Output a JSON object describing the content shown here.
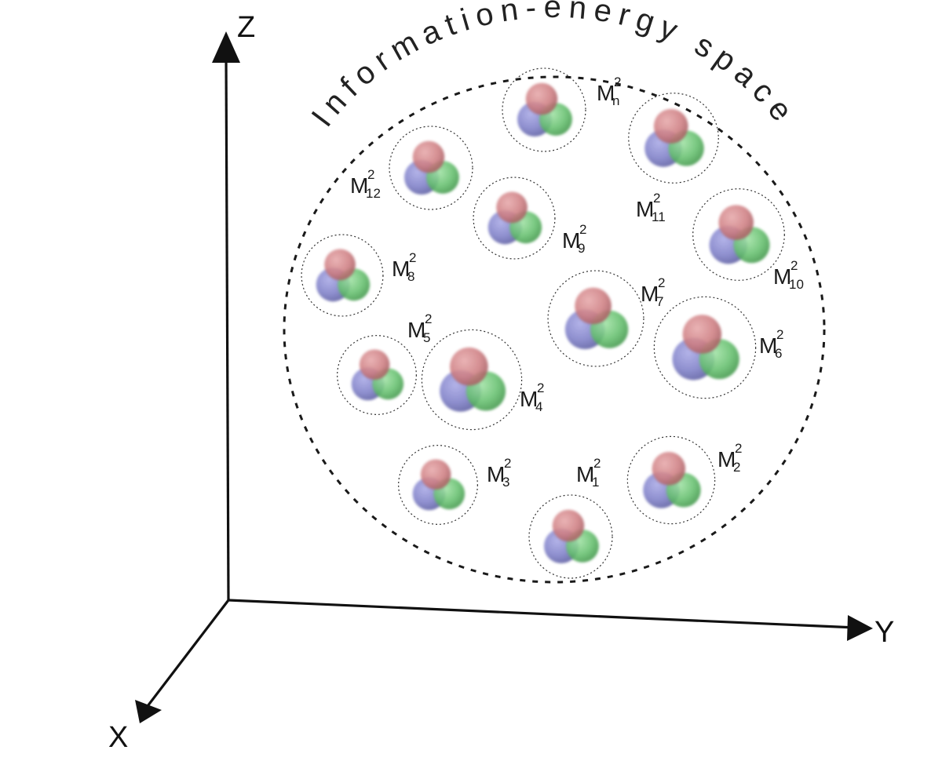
{
  "axes": {
    "z_label": "Z",
    "y_label": "Y",
    "x_label": "X"
  },
  "space_title": "Information-energy space",
  "colors": {
    "axis": "#111111",
    "sphere_red": "#c97a7e",
    "sphere_blue": "#7d7ec4",
    "sphere_green": "#64bf6e"
  },
  "molecules": [
    {
      "name": "M",
      "sup": "2",
      "sub": "n"
    },
    {
      "name": "M",
      "sup": "2",
      "sub": "12"
    },
    {
      "name": "M",
      "sup": "2",
      "sub": "11"
    },
    {
      "name": "M",
      "sup": "2",
      "sub": "10"
    },
    {
      "name": "M",
      "sup": "2",
      "sub": "9"
    },
    {
      "name": "M",
      "sup": "2",
      "sub": "8"
    },
    {
      "name": "M",
      "sup": "2",
      "sub": "7"
    },
    {
      "name": "M",
      "sup": "2",
      "sub": "6"
    },
    {
      "name": "M",
      "sup": "2",
      "sub": "5"
    },
    {
      "name": "M",
      "sup": "2",
      "sub": "4"
    },
    {
      "name": "M",
      "sup": "2",
      "sub": "3"
    },
    {
      "name": "M",
      "sup": "2",
      "sub": "2"
    },
    {
      "name": "M",
      "sup": "2",
      "sub": "1"
    }
  ]
}
